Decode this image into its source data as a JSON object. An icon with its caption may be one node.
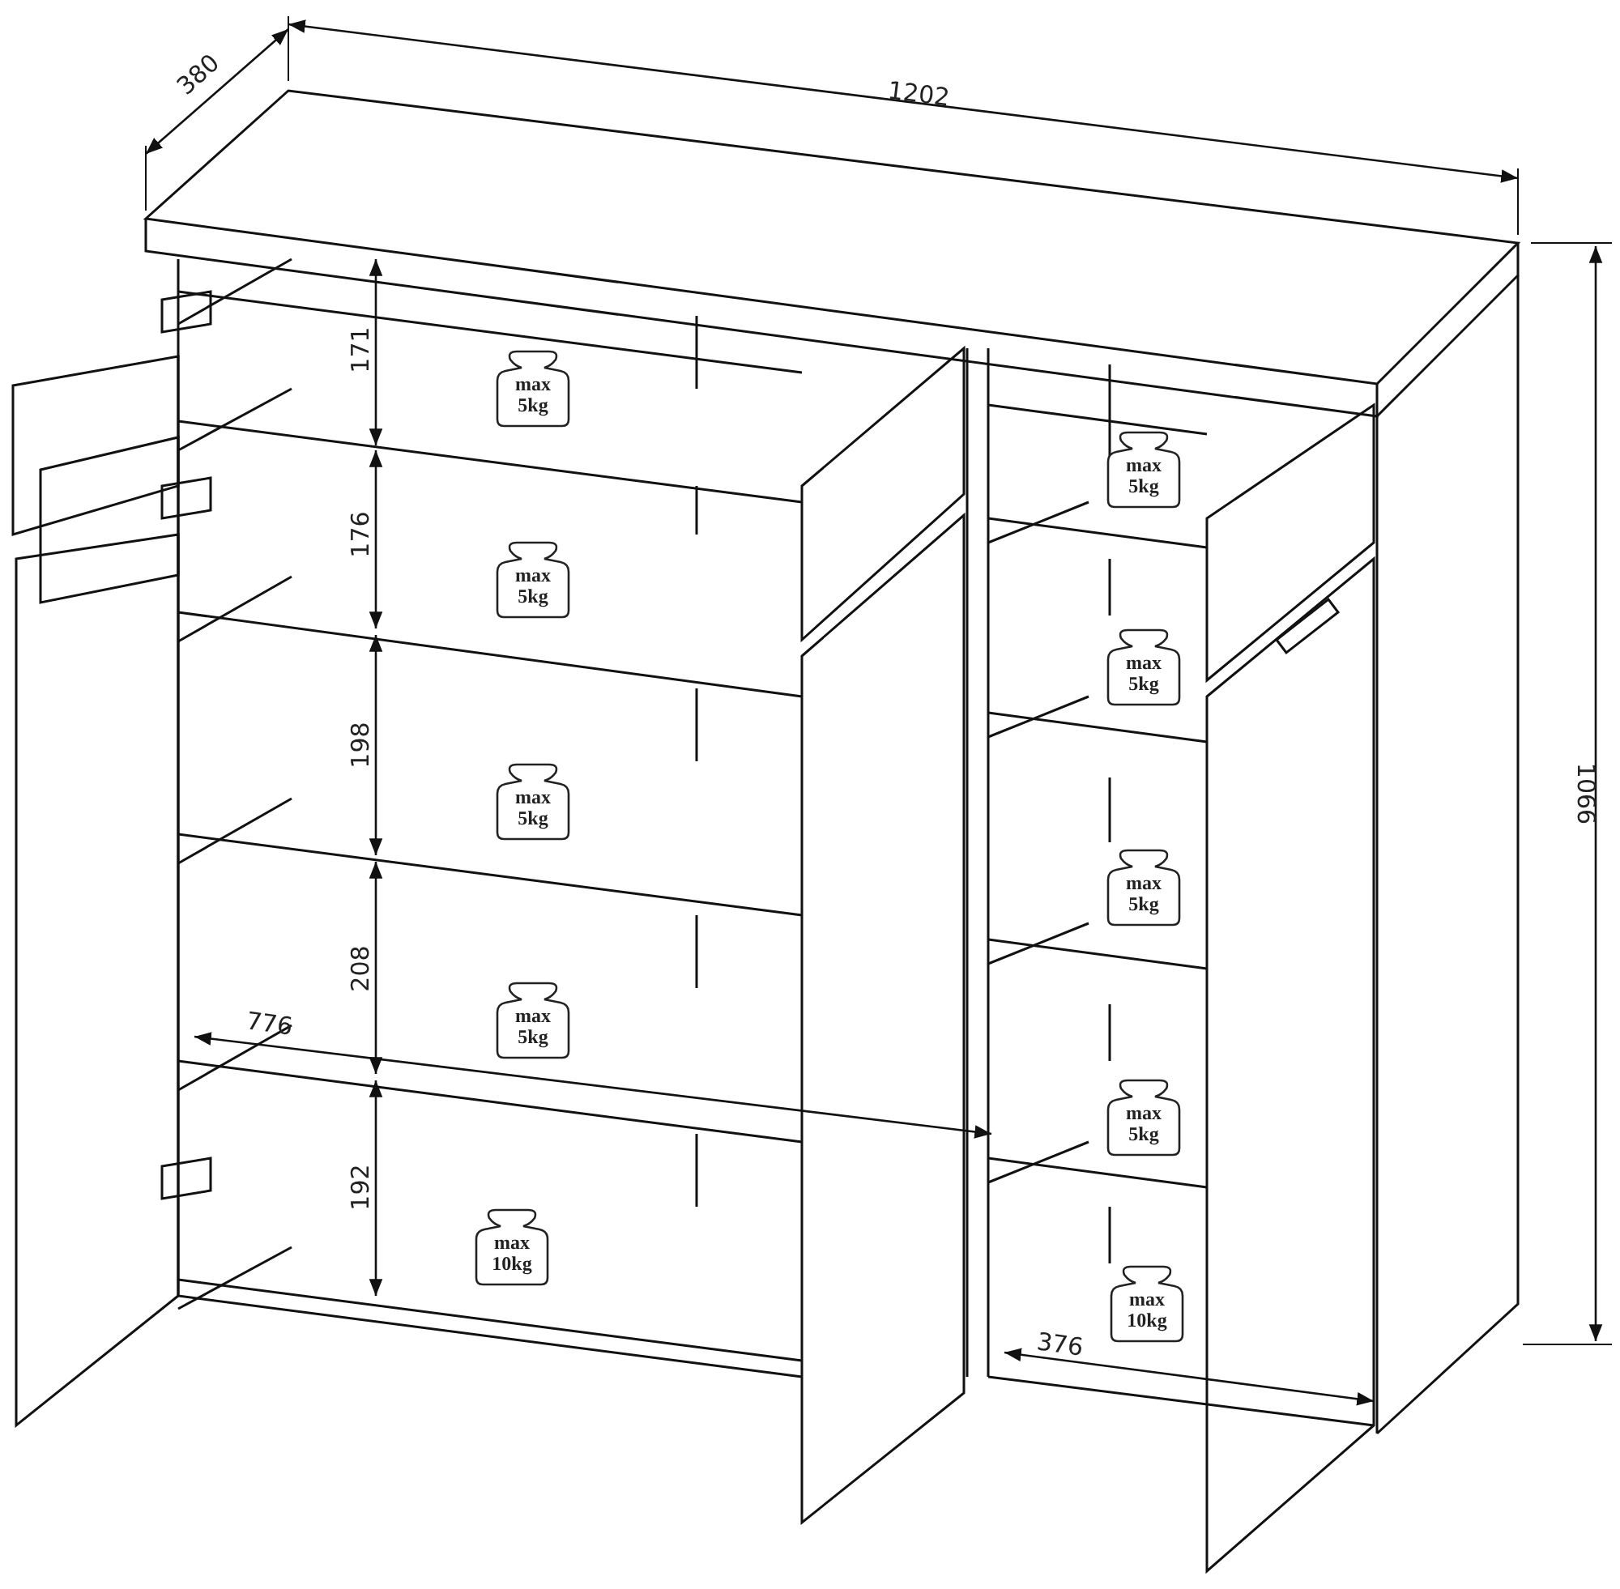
{
  "diagram": {
    "nodes": [
      {
        "text": [
          "max 5kg"
        ]
      },
      {
        "text": [
          "max 5kg"
        ]
      },
      {
        "text": [
          "max 5kg"
        ]
      },
      {
        "text": [
          "max 5kg"
        ]
      },
      {
        "text": [
          "max 10kg"
        ]
      },
      {
        "text": [
          "max 5kg"
        ]
      },
      {
        "text": [
          "max 5kg"
        ]
      },
      {
        "text": [
          "max 5kg"
        ]
      },
      {
        "text": [
          "max 5kg"
        ]
      },
      {
        "text": [
          "max 10kg"
        ]
      }
    ],
    "edges": [],
    "labels": [
      "380",
      "1202",
      "1066",
      "171",
      "176",
      "198",
      "208",
      "776",
      "192",
      "376"
    ]
  }
}
